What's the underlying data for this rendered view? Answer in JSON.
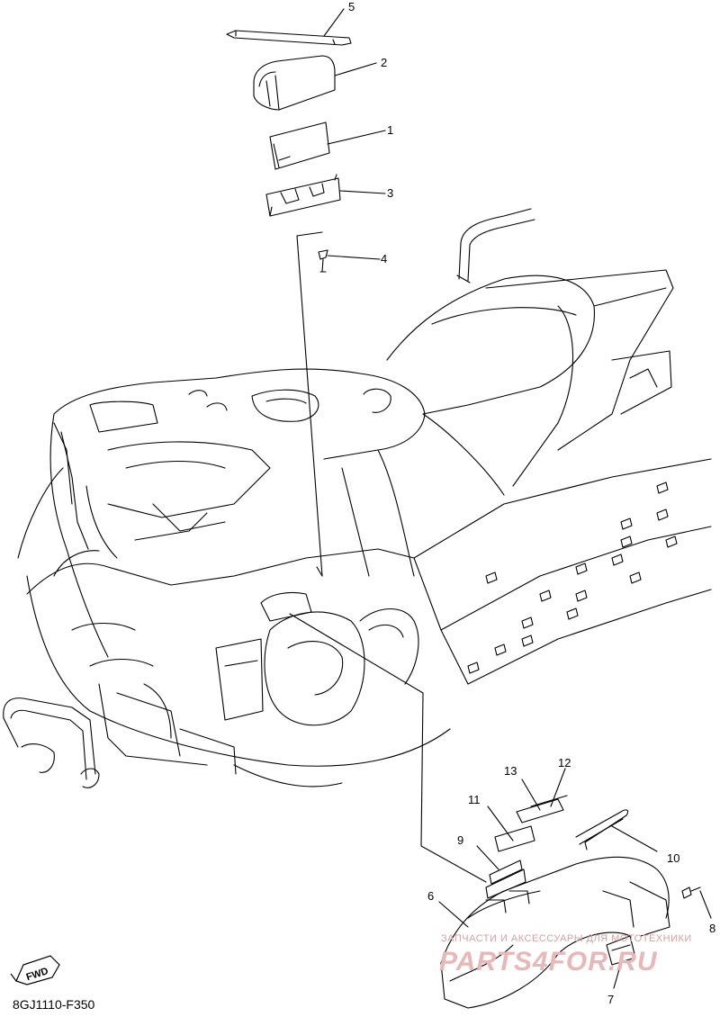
{
  "diagram": {
    "callouts": [
      {
        "id": "5",
        "label": "5"
      },
      {
        "id": "2",
        "label": "2"
      },
      {
        "id": "1",
        "label": "1"
      },
      {
        "id": "3",
        "label": "3"
      },
      {
        "id": "4",
        "label": "4"
      },
      {
        "id": "13",
        "label": "13"
      },
      {
        "id": "12",
        "label": "12"
      },
      {
        "id": "11",
        "label": "11"
      },
      {
        "id": "9",
        "label": "9"
      },
      {
        "id": "10",
        "label": "10"
      },
      {
        "id": "6",
        "label": "6"
      },
      {
        "id": "8",
        "label": "8"
      },
      {
        "id": "7",
        "label": "7"
      }
    ],
    "fwd_label": "FWD",
    "diagram_code": "8GJ1110-F350"
  },
  "watermark": {
    "line1": "ЗАПЧАСТИ И АКСЕССУАРЫ ДЛЯ МОТОТЕХНИКИ",
    "line2": "PARTS4FOR.RU"
  },
  "colors": {
    "ink": "#000000",
    "watermark": "#e8b8b8"
  }
}
